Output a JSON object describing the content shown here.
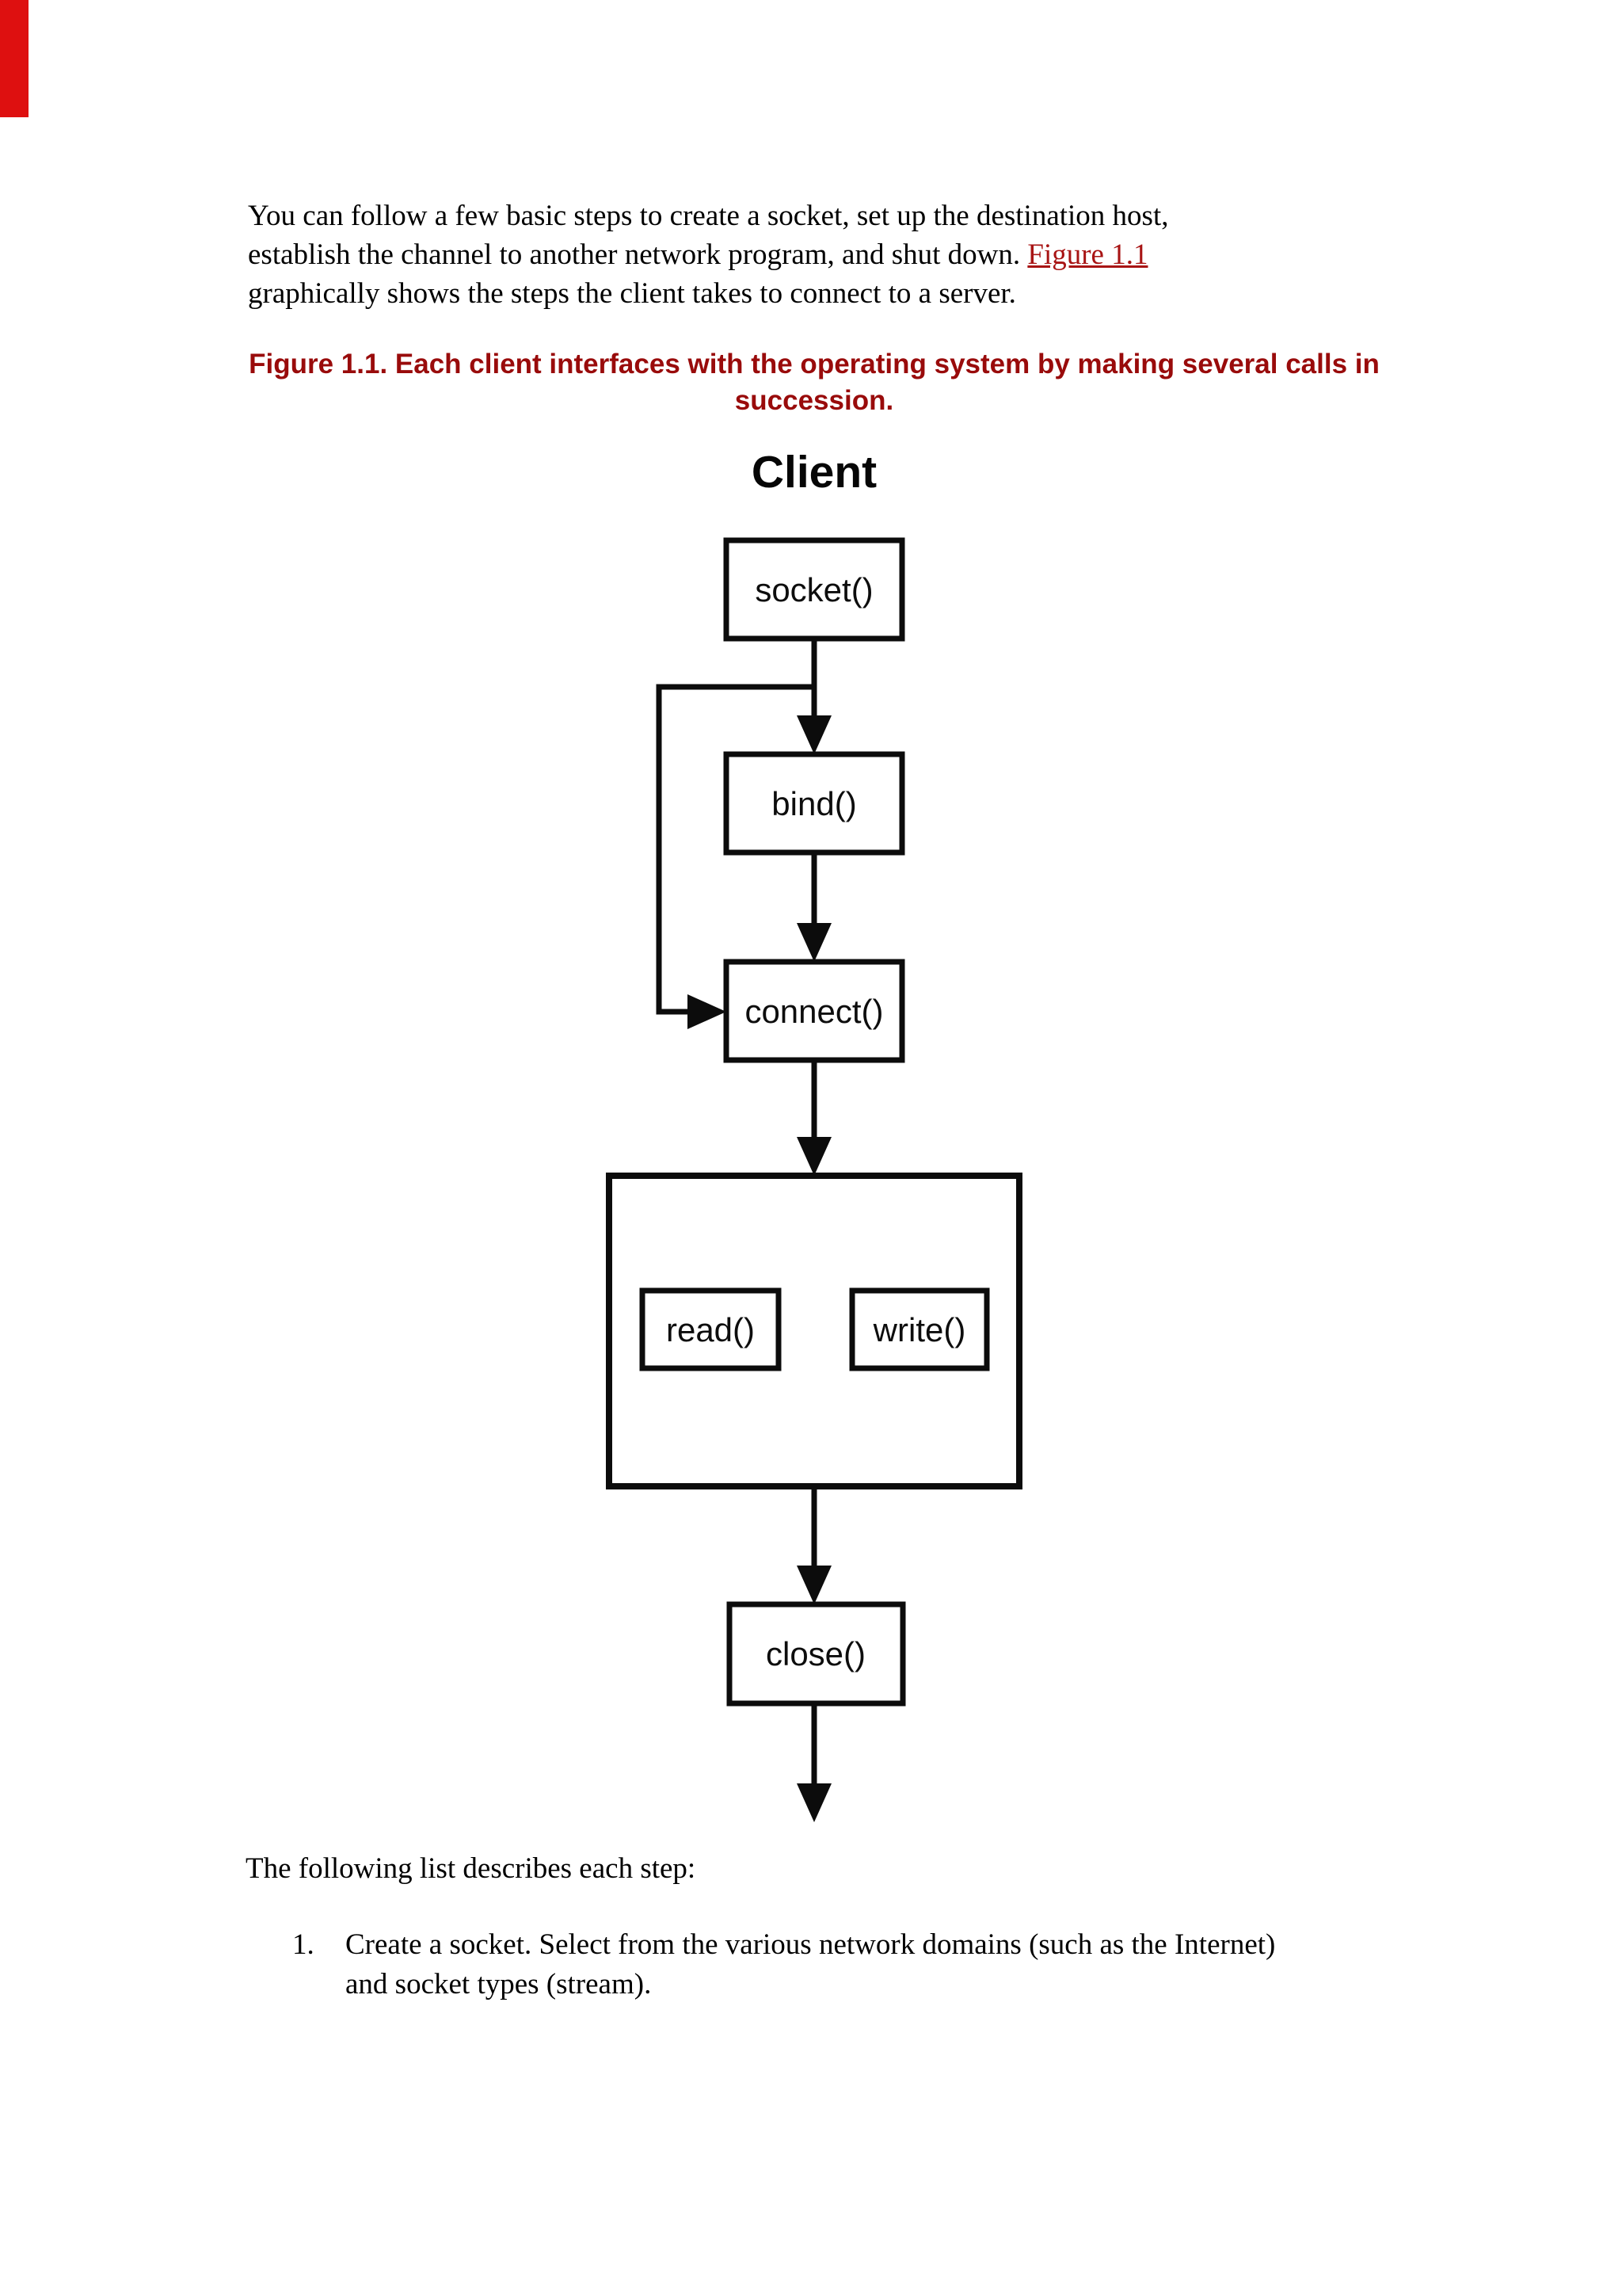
{
  "colors": {
    "badge_red": "#de1010",
    "caption_red": "#990b0b",
    "link_red": "#a81414"
  },
  "intro": {
    "line1": "You can follow a few basic steps to create a socket, set up the destination host,",
    "line2_pre": "establish the channel to another network program, and shut down. ",
    "link_text": "Figure 1.1",
    "line3": "graphically shows the steps the client takes to connect to a server."
  },
  "caption": {
    "line1": "Figure 1.1. Each client interfaces with the operating system by making several calls in",
    "line2": "succession."
  },
  "diagram": {
    "title": "Client",
    "labels": {
      "socket": "socket()",
      "bind": "bind()",
      "connect": "connect()",
      "read": "read()",
      "write": "write()",
      "close": "close()"
    }
  },
  "following": {
    "text": "The following list describes each step:"
  },
  "list": {
    "number": "1.",
    "line1": "Create a socket. Select from the various network domains (such as the Internet)",
    "line2": "and socket types (stream)."
  }
}
